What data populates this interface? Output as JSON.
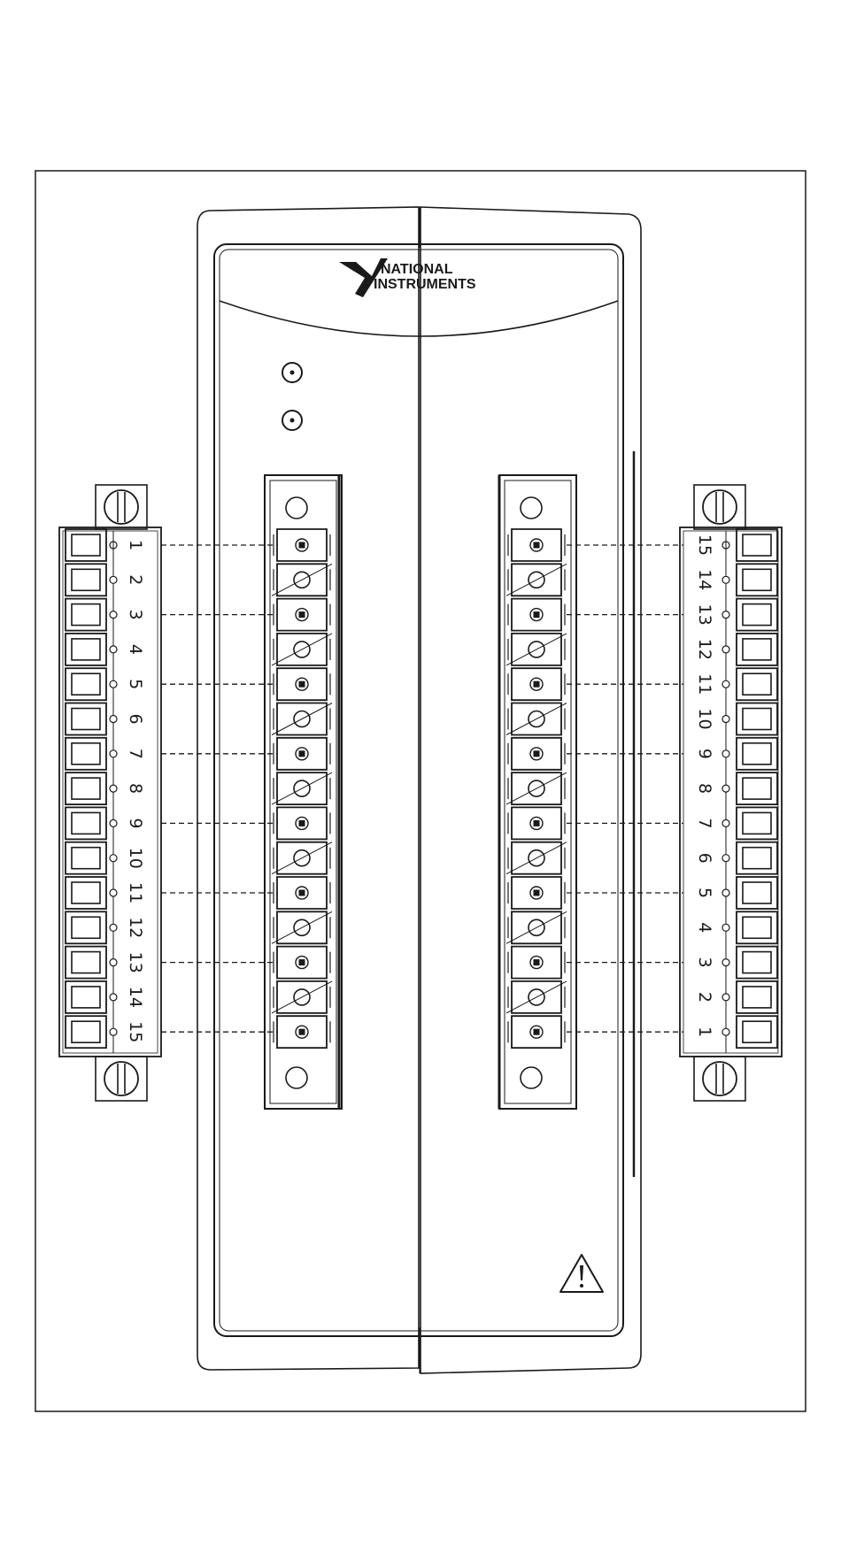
{
  "brand": {
    "line1": "NATIONAL",
    "line2": "INSTRUMENTS",
    "logo_icon": "national-instruments-eagle-logo"
  },
  "module": {
    "status_leds": 2,
    "warning_icon": "caution-triangle-icon"
  },
  "left_connector": {
    "pins": [
      "1",
      "2",
      "3",
      "4",
      "5",
      "6",
      "7",
      "8",
      "9",
      "10",
      "11",
      "12",
      "13",
      "14",
      "15"
    ]
  },
  "right_connector": {
    "pins": [
      "15",
      "14",
      "13",
      "12",
      "11",
      "10",
      "9",
      "8",
      "7",
      "6",
      "5",
      "4",
      "3",
      "2",
      "1"
    ]
  },
  "wired_positions": [
    1,
    3,
    5,
    7,
    9,
    11,
    13,
    15
  ],
  "colors": {
    "stroke": "#1a1a1a",
    "background": "#ffffff"
  }
}
